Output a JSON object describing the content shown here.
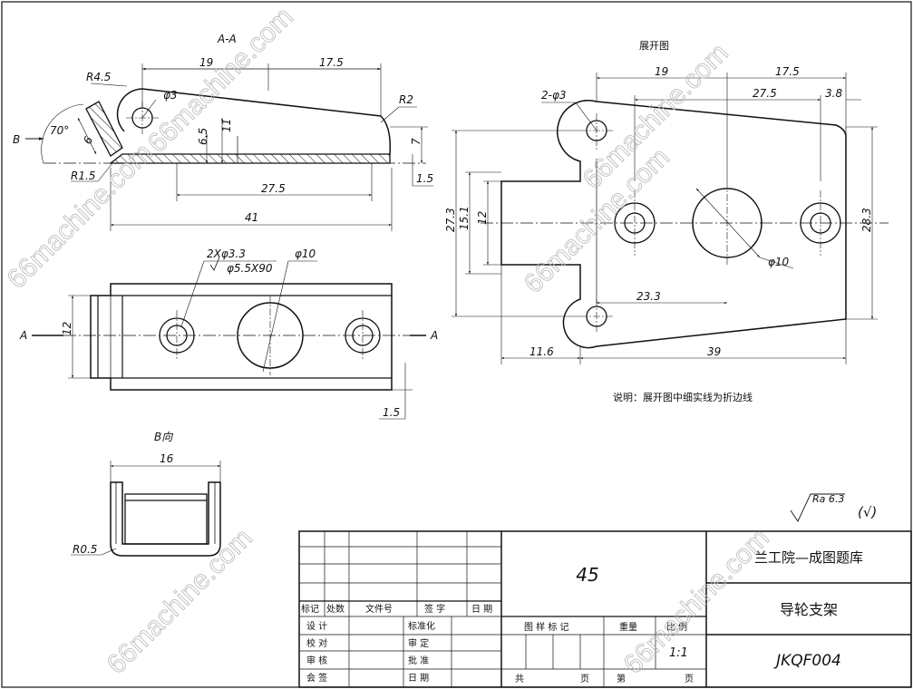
{
  "views": {
    "section_aa": {
      "label": "A-A",
      "dims": {
        "w19": "19",
        "w175": "17.5",
        "r45": "R4.5",
        "d3": "φ3",
        "r2": "R2",
        "a70": "70°",
        "b_arrow": "B",
        "six": "6",
        "eleven": "11",
        "d65": "6.5",
        "seven": "7",
        "r15": "R1.5",
        "t15": "1.5",
        "w275": "27.5",
        "w41": "41"
      }
    },
    "top_view": {
      "dims": {
        "holes": "2Xφ3.3",
        "csink": "φ5.5X90",
        "d10": "φ10",
        "h12": "12",
        "t15": "1.5",
        "cut_left": "A",
        "cut_right": "A"
      }
    },
    "view_b": {
      "label": "B向",
      "dims": {
        "w16": "16",
        "r05": "R0.5"
      }
    },
    "flat_pattern": {
      "label": "展开图",
      "dims": {
        "w19": "19",
        "w175": "17.5",
        "w275": "27.5",
        "w38": "3.8",
        "holes": "2-φ3",
        "h273": "27.3",
        "h151": "15.1",
        "h12": "12",
        "h283": "28.3",
        "w233": "23.3",
        "d10": "φ10",
        "w116": "11.6",
        "w39": "39"
      }
    }
  },
  "note": "说明：展开图中细实线为折边线",
  "surface_finish": {
    "ra": "Ra 6.3",
    "general": "(√)"
  },
  "title_block": {
    "material": "45",
    "school": "兰工院—成图题库",
    "part_name": "导轮支架",
    "drawing_no": "JKQF004",
    "revision_headers": [
      "标记",
      "处数",
      "文件号",
      "签 字",
      "日 期"
    ],
    "left_labels": [
      "设 计",
      "校 对",
      "审 核",
      "会 签"
    ],
    "mid_labels": [
      "标准化",
      "审 定",
      "批 准",
      "日 期"
    ],
    "right_headers": [
      "图 样 标 记",
      "重量",
      "比 例"
    ],
    "scale": "1:1",
    "sheet_total": "共",
    "sheet_page1": "页",
    "sheet_nth": "第",
    "sheet_page2": "页"
  },
  "watermark": "66machine.com"
}
